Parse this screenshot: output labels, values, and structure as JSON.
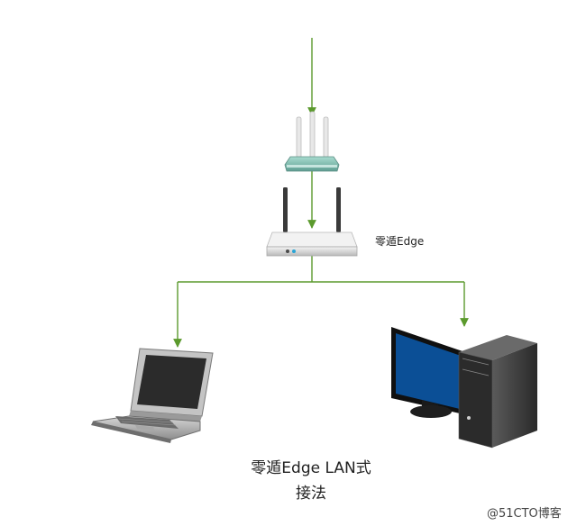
{
  "colors": {
    "link": "#5b9a2d",
    "wifi_router": "#7fbfb4",
    "monitor_screen": "#0b4f96",
    "tower": "#3a3a3a"
  },
  "icons": {
    "wifi_router": "wifi-router-icon",
    "edge_device": "edge-router-icon",
    "laptop": "laptop-icon",
    "desktop": "desktop-computer-icon"
  },
  "edge_device": {
    "label": "零遁Edge"
  },
  "caption": {
    "line1": "零遁Edge LAN式",
    "line2": "接法"
  },
  "watermark": {
    "text": "@51CTO博客"
  }
}
